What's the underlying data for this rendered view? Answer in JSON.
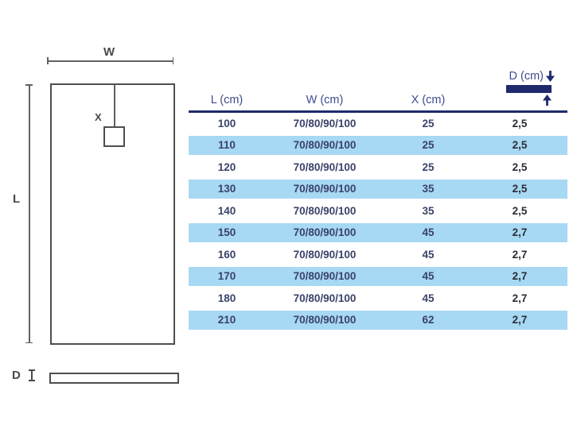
{
  "diagram": {
    "width_label": "W",
    "length_label": "L",
    "drain_label": "X",
    "depth_label": "D"
  },
  "table": {
    "headers": {
      "l": "L (cm)",
      "w": "W (cm)",
      "x": "X (cm)",
      "d": "D (cm)"
    },
    "rows": [
      {
        "l": "100",
        "w": "70/80/90/100",
        "x": "25",
        "d": "2,5"
      },
      {
        "l": "110",
        "w": "70/80/90/100",
        "x": "25",
        "d": "2,5"
      },
      {
        "l": "120",
        "w": "70/80/90/100",
        "x": "25",
        "d": "2,5"
      },
      {
        "l": "130",
        "w": "70/80/90/100",
        "x": "35",
        "d": "2,5"
      },
      {
        "l": "140",
        "w": "70/80/90/100",
        "x": "35",
        "d": "2,5"
      },
      {
        "l": "150",
        "w": "70/80/90/100",
        "x": "45",
        "d": "2,7"
      },
      {
        "l": "160",
        "w": "70/80/90/100",
        "x": "45",
        "d": "2,7"
      },
      {
        "l": "170",
        "w": "70/80/90/100",
        "x": "45",
        "d": "2,7"
      },
      {
        "l": "180",
        "w": "70/80/90/100",
        "x": "45",
        "d": "2,7"
      },
      {
        "l": "210",
        "w": "70/80/90/100",
        "x": "62",
        "d": "2,7"
      }
    ]
  },
  "colors": {
    "accent_navy": "#1e2a6b",
    "header_text": "#3e4b8f",
    "cell_text": "#3a4268",
    "depth_text": "#2a2d35",
    "row_blue": "#a7d8f4",
    "line_gray": "#616161",
    "label_gray": "#4a4a4a"
  }
}
